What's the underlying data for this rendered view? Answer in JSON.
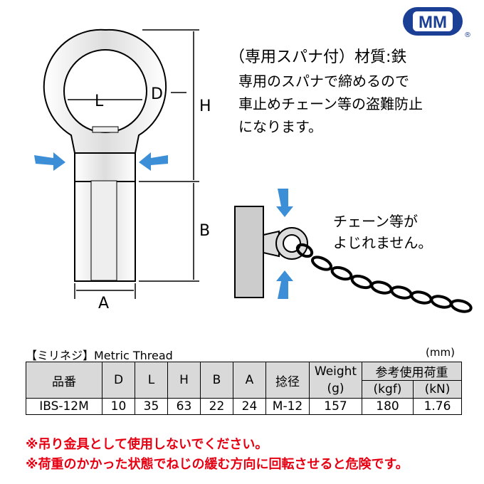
{
  "logo": {
    "text": "MM",
    "registered": "®",
    "color": "#1a3f95"
  },
  "title": "（専用スパナ付）材質:鉄",
  "description": [
    "専用のスパナで締めるので",
    "車止めチェーン等の盗難防止",
    "になります。"
  ],
  "chain_note": [
    "チェーン等が",
    "よじれません。"
  ],
  "dimension_labels": {
    "L": "L",
    "D": "D",
    "H": "H",
    "B": "B",
    "A": "A"
  },
  "table": {
    "caption": "【ミリネジ】Metric Thread",
    "unit": "(mm)",
    "headers": [
      "品番",
      "D",
      "L",
      "H",
      "B",
      "A",
      "捻径",
      "Weight",
      "(g)",
      "参考使用荷重",
      "(kgf)",
      "(kN)"
    ],
    "rows": [
      [
        "IBS-12M",
        "10",
        "35",
        "63",
        "22",
        "24",
        "M-12",
        "157",
        "180",
        "1.76"
      ]
    ]
  },
  "notes": [
    "※吊り金具として使用しないでください。",
    "※荷重のかかった状態でねじの緩む方向に回転させると危険です。"
  ],
  "colors": {
    "arrow": "#3c8fd6",
    "note": "#e60012",
    "header_bg": "#d9d9d9"
  }
}
